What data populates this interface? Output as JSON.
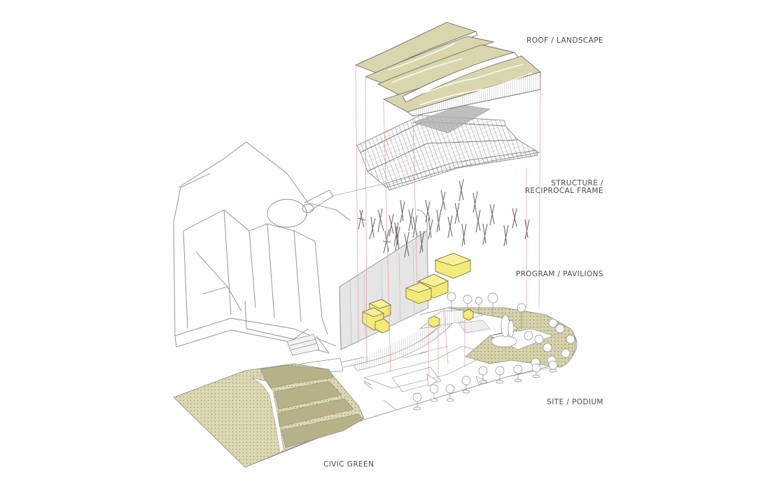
{
  "labels": {
    "roof": "ROOF / LANDSCAPE",
    "structure_line1": "STRUCTURE /",
    "structure_line2": "RECIPROCAL FRAME",
    "program": "PROGRAM / PAVILIONS",
    "site": "SITE / PODIUM",
    "civic": "CIVIC GREEN"
  },
  "colors": {
    "line": "#8a8a8a",
    "roof_fill": "#d9d6ad",
    "green_fill": "#b7b187",
    "pavilion_fill": "#f2ea7a",
    "guide": "#e29a9a",
    "wall": "#e4e4e4"
  }
}
